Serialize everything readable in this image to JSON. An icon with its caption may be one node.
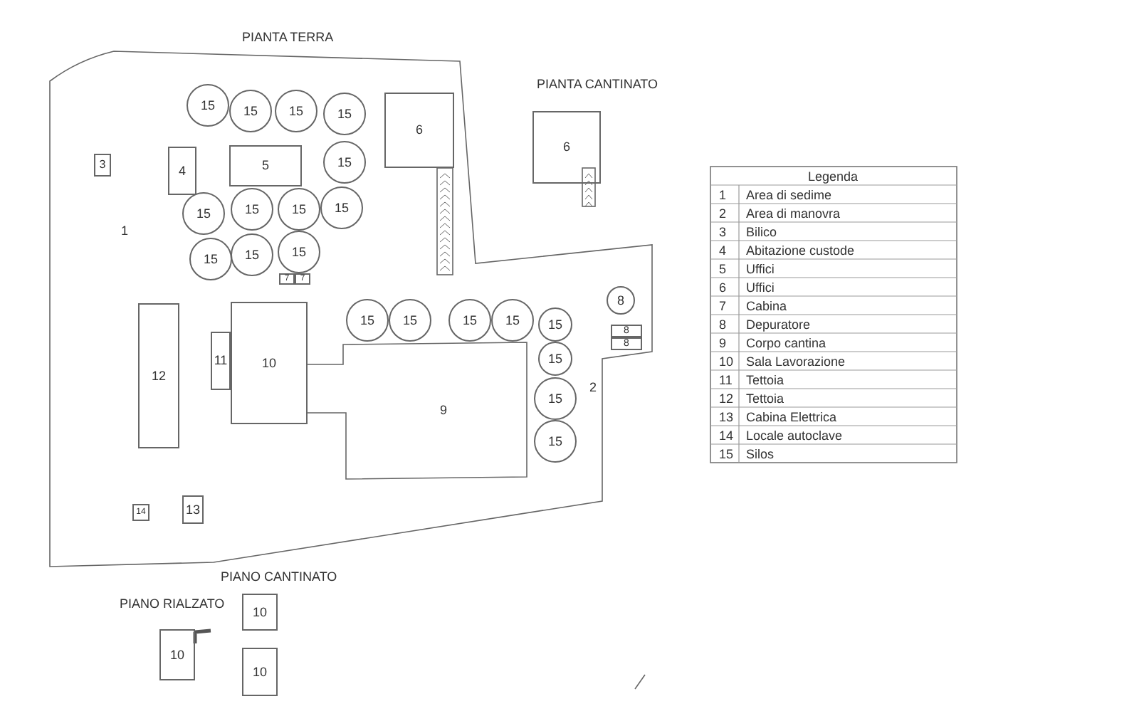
{
  "diagram": {
    "nodes": [
      {
        "text": [
          "15"
        ]
      },
      {
        "text": [
          "15"
        ]
      },
      {
        "text": [
          "15"
        ]
      },
      {
        "text": [
          "15"
        ]
      },
      {
        "text": [
          "6"
        ]
      },
      {
        "text": [
          "6"
        ]
      },
      {
        "text": [
          "3"
        ]
      },
      {
        "text": [
          "4"
        ]
      },
      {
        "text": [
          "5"
        ]
      },
      {
        "text": [
          "15"
        ]
      },
      {
        "text": [
          "15"
        ]
      },
      {
        "text": [
          "15"
        ]
      },
      {
        "text": [
          "15"
        ]
      },
      {
        "text": [
          "15"
        ]
      },
      {
        "text": [
          "15"
        ]
      },
      {
        "text": [
          "15"
        ]
      },
      {
        "text": [
          "15"
        ]
      },
      {
        "text": [
          "7"
        ]
      },
      {
        "text": [
          "7"
        ]
      },
      {
        "text": [
          "8"
        ]
      },
      {
        "text": [
          "12"
        ]
      },
      {
        "text": [
          "10"
        ]
      },
      {
        "text": [
          "15"
        ]
      },
      {
        "text": [
          "15"
        ]
      },
      {
        "text": [
          "15"
        ]
      },
      {
        "text": [
          "15"
        ]
      },
      {
        "text": [
          "15"
        ]
      },
      {
        "text": [
          "8"
        ]
      },
      {
        "text": [
          "8"
        ]
      },
      {
        "text": [
          "11"
        ]
      },
      {
        "text": [
          "15"
        ]
      },
      {
        "text": [
          "9"
        ]
      },
      {
        "text": [
          "15"
        ]
      },
      {
        "text": [
          "15"
        ]
      },
      {
        "text": [
          "13"
        ]
      },
      {
        "text": [
          "14"
        ]
      },
      {
        "text": [
          "10"
        ]
      },
      {
        "text": [
          "10"
        ]
      },
      {
        "text": [
          "10"
        ]
      }
    ],
    "labels": [
      "PIANTA  TERRA",
      "PIANTA CANTINATO",
      "1",
      "2",
      "PIANO CANTINATO",
      "PIANO  RIALZATO",
      "Legenda",
      "1",
      "Area di sedime",
      "2",
      "Area di manovra",
      "3",
      "Bilico",
      "4",
      "Abitazione custode",
      "5",
      "Uffici",
      "6",
      "Uffici",
      "7",
      "Cabina",
      "8",
      "Depuratore",
      "9",
      "Corpo cantina",
      "10",
      "Sala Lavorazione",
      "11",
      "Tettoia",
      "12",
      "Tettoia",
      "13",
      "Cabina Elettrica",
      "14",
      "Locale autoclave",
      "15",
      "Silos"
    ]
  }
}
